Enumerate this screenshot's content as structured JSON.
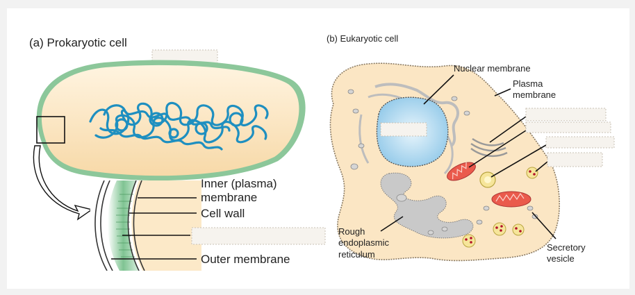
{
  "panel_a": {
    "title": "(a)  Prokaryotic cell",
    "labels": {
      "inner_membrane_line1": "Inner (plasma)",
      "inner_membrane_line2": "membrane",
      "cell_wall": "Cell wall",
      "outer_membrane": "Outer membrane"
    }
  },
  "panel_b": {
    "title": "(b)  Eukaryotic cell",
    "labels": {
      "nuclear_membrane": "Nuclear membrane",
      "plasma_membrane_line1": "Plasma",
      "plasma_membrane_line2": "membrane",
      "rough_er_line1": "Rough",
      "rough_er_line2": "endoplasmic",
      "rough_er_line3": "reticulum",
      "secretory_line1": "Secretory",
      "secretory_line2": "vesicle"
    }
  },
  "colors": {
    "cytoplasm": "#fbe6c4",
    "prokaryote_wall": "#8cc79a",
    "dna": "#1e8fc0",
    "nucleus": "#bfe0f4",
    "mitochondrion": "#ea5a4c",
    "er": "#c9c9c9"
  }
}
